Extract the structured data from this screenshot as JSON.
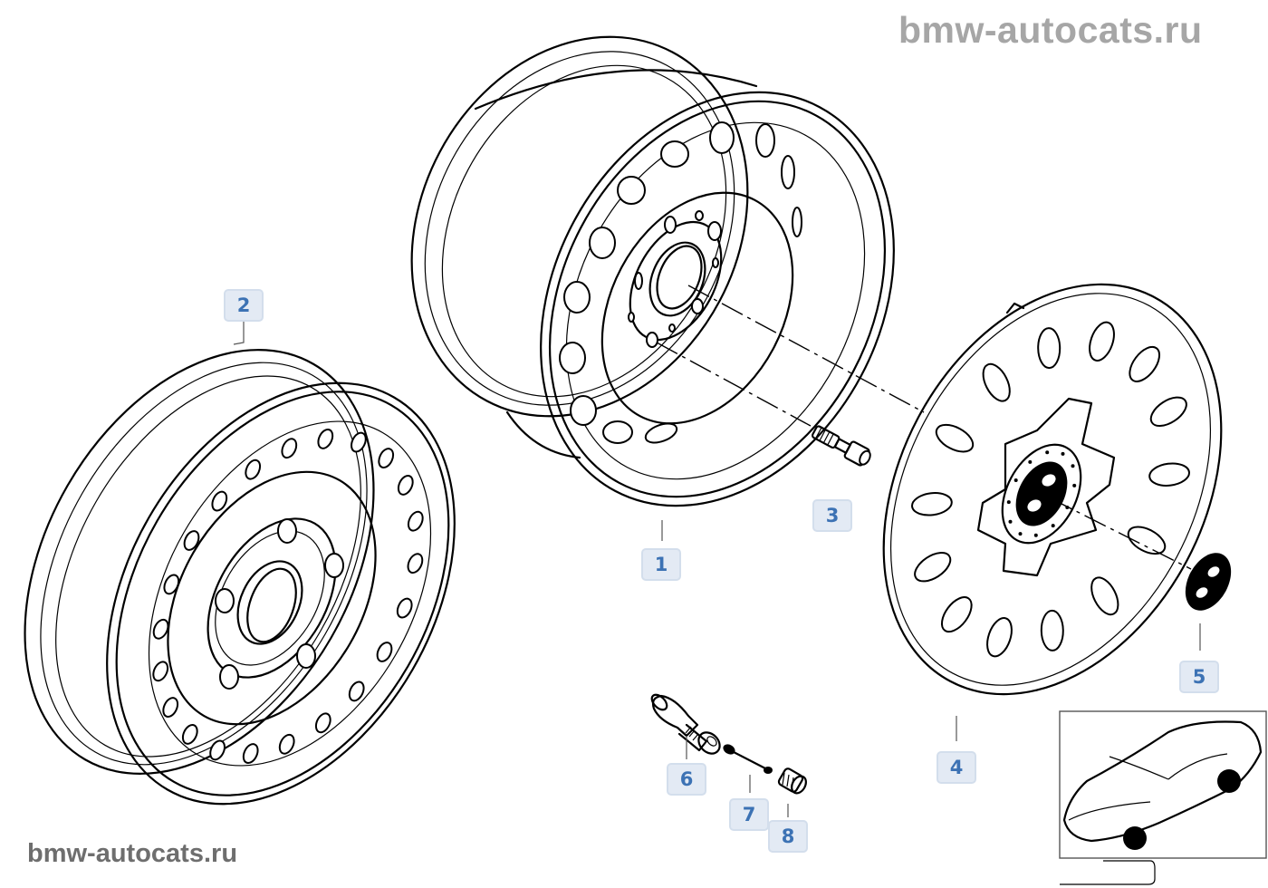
{
  "watermarks": {
    "top": "bmw-autocats.ru",
    "bottom": "bmw-autocats.ru"
  },
  "diagram": {
    "title": "Steel wheel / wheel cover exploded parts diagram",
    "parts": [
      {
        "number": "1",
        "name": "steel-wheel-rear-view"
      },
      {
        "number": "2",
        "name": "steel-wheel-front-view"
      },
      {
        "number": "3",
        "name": "wheel-bolt"
      },
      {
        "number": "4",
        "name": "wheel-cover"
      },
      {
        "number": "5",
        "name": "emblem-badge"
      },
      {
        "number": "6",
        "name": "valve-stem"
      },
      {
        "number": "7",
        "name": "valve-insert"
      },
      {
        "number": "8",
        "name": "valve-cap"
      }
    ]
  },
  "colors": {
    "callout_bg": "#e3eaf4",
    "callout_border": "#d3deec",
    "callout_text": "#3c72b4",
    "watermark_top": "#a6a6a6",
    "watermark_bottom": "#6e6e6e"
  },
  "thumbnail": {
    "label": "vehicle-location-thumbnail"
  }
}
